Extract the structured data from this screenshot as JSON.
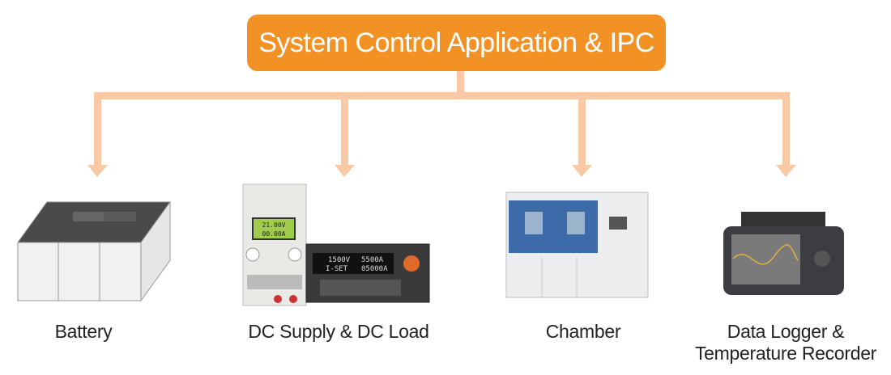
{
  "title": "System Control Application & IPC",
  "colors": {
    "accent": "#f39224",
    "connector": "#f9c9a6"
  },
  "nodes": [
    {
      "label": "Battery"
    },
    {
      "label": "DC Supply & DC Load",
      "supply_display": [
        "21.00V",
        "00.00A"
      ],
      "load_display": [
        "1500V",
        "5500A",
        "I-SET",
        "05000A"
      ]
    },
    {
      "label": "Chamber"
    },
    {
      "label_line1": "Data Logger &",
      "label_line2": "Temperature Recorder"
    }
  ]
}
